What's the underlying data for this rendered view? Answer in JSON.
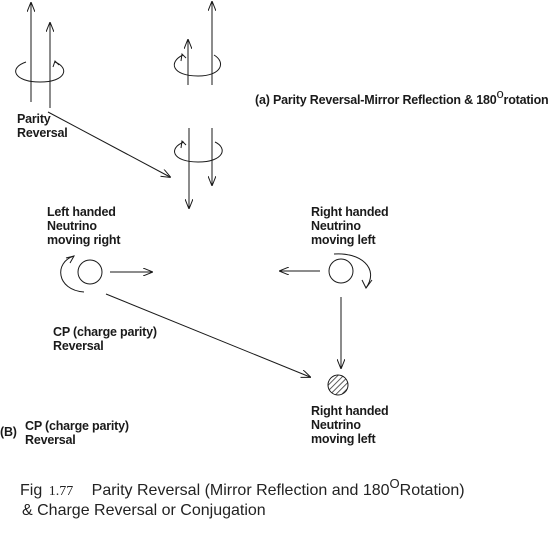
{
  "top": {
    "parity_label": [
      "Parity",
      "Reversal"
    ],
    "section_a_title": "(a) Parity Reversal-Mirror Reflection & 180",
    "section_a_degree": "o",
    "section_a_suffix": "rotation"
  },
  "middle": {
    "left_label": [
      "Left handed",
      "Neutrino",
      "moving right"
    ],
    "right_label": [
      "Right handed",
      "Neutrino",
      "moving left"
    ],
    "cp_label_center": [
      "CP (charge parity)",
      "Reversal"
    ],
    "section_b_marker": "(B)",
    "cp_label_bottom": [
      "CP (charge parity)",
      "Reversal"
    ],
    "bottom_right_label": [
      "Right handed",
      "Neutrino",
      "moving left"
    ]
  },
  "caption": {
    "fig_prefix": "Fig",
    "fig_number": "1.77",
    "line1_text": "Parity Reversal (Mirror Reflection and 180",
    "line1_degree": "O",
    "line1_suffix": "Rotation)",
    "line2": "& Charge Reversal or Conjugation"
  },
  "colors": {
    "ink": "#1a1a1a",
    "hatch": "#333333"
  }
}
